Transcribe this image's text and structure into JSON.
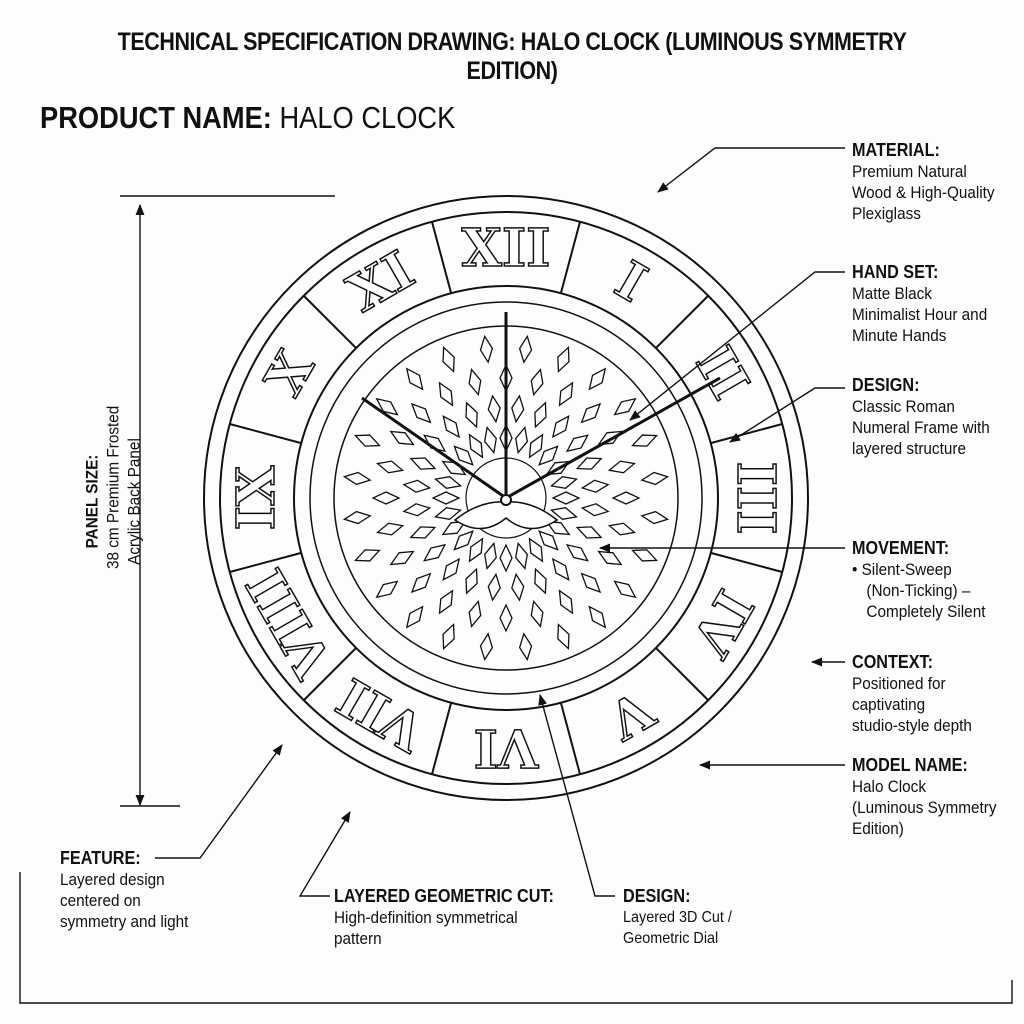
{
  "title": "TECHNICAL SPECIFICATION DRAWING: HALO CLOCK (LUMINOUS SYMMETRY EDITION)",
  "product_name": {
    "label": "PRODUCT NAME:",
    "value": "HALO CLOCK"
  },
  "panel_size": {
    "label": "PANEL SIZE:",
    "lines": [
      "38 cm Premium Frosted",
      "Acrylic Back Panel"
    ]
  },
  "callouts": {
    "material": {
      "label": "MATERIAL:",
      "lines": [
        "Premium Natural",
        "Wood & High-Quality",
        "Plexiglass"
      ]
    },
    "hand_set": {
      "label": "HAND SET:",
      "lines": [
        "Matte Black",
        "Minimalist Hour and",
        "Minute Hands"
      ]
    },
    "design_frame": {
      "label": "DESIGN:",
      "lines": [
        "Classic Roman",
        "Numeral Frame with",
        "layered structure"
      ]
    },
    "movement": {
      "label": "MOVEMENT:",
      "lines": [
        "• Silent-Sweep",
        "(Non-Ticking) –",
        "Completely Silent"
      ]
    },
    "context": {
      "label": "CONTEXT:",
      "lines": [
        "Positioned for",
        "captivating",
        "studio-style depth"
      ]
    },
    "model_name": {
      "label": "MODEL NAME:",
      "lines": [
        "Halo Clock",
        "(Luminous Symmetry",
        "Edition)"
      ]
    },
    "feature": {
      "label": "FEATURE:",
      "lines": [
        "Layered design",
        "centered on",
        "symmetry and light"
      ]
    },
    "layered_cut": {
      "label": "LAYERED GEOMETRIC CUT:",
      "lines": [
        "High-definition symmetrical",
        "pattern"
      ]
    },
    "design_dial": {
      "label": "DESIGN:",
      "lines": [
        "Layered 3D Cut /",
        "Geometric Dial"
      ]
    }
  },
  "numerals": [
    "XII",
    "I",
    "II",
    "III",
    "IV",
    "V",
    "VI",
    "VII",
    "VIII",
    "IX",
    "X",
    "XI"
  ],
  "colors": {
    "ink": "#111111",
    "paper": "#fdfdfc"
  }
}
